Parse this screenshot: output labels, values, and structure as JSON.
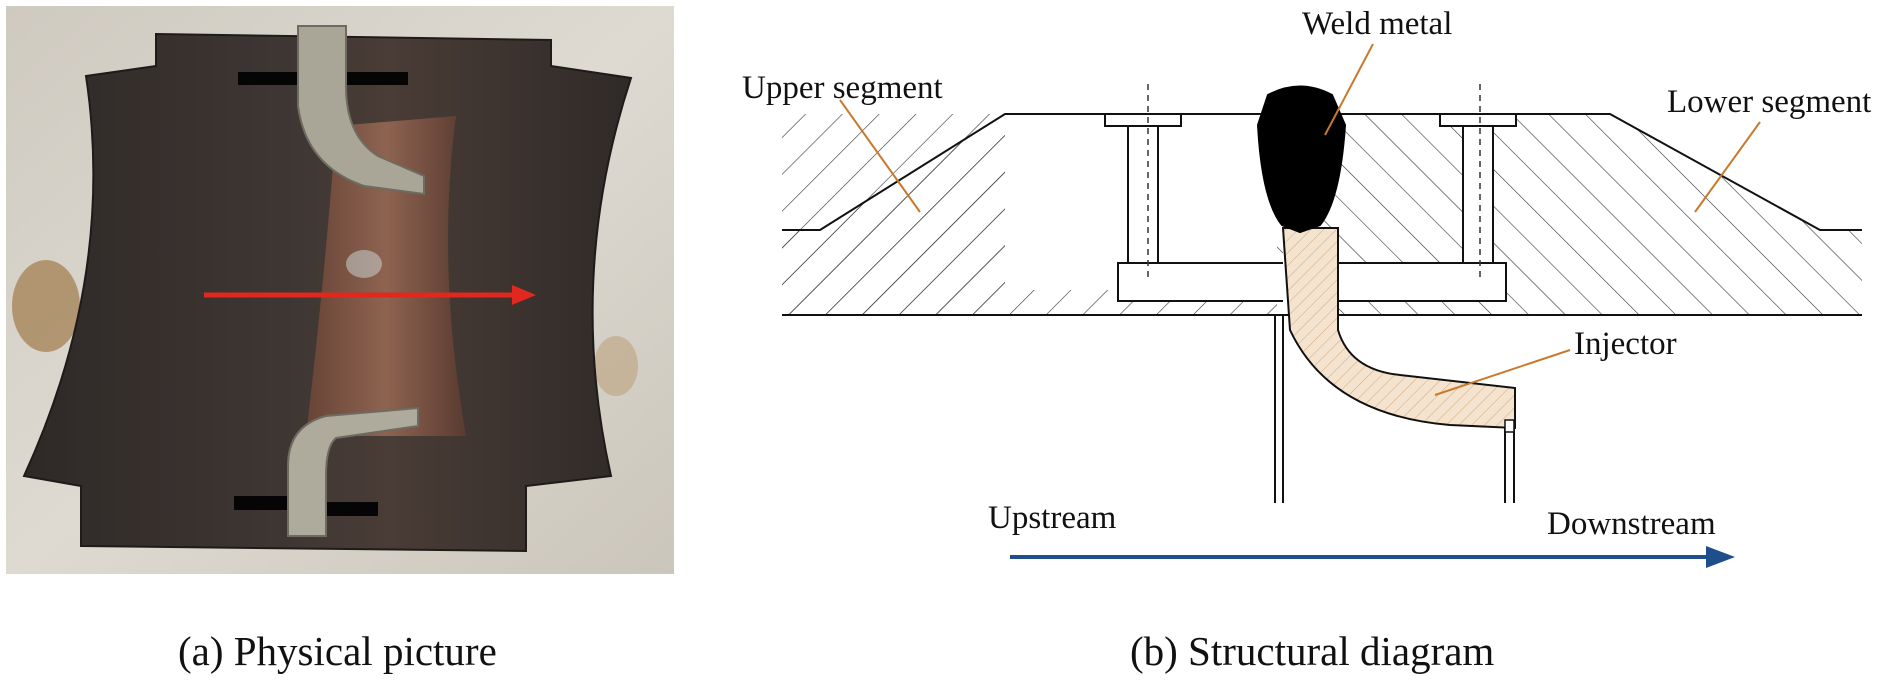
{
  "panel_a": {
    "caption": "(a) Physical picture",
    "colors": {
      "background": "#d8d4cb",
      "steel": "#3a3431",
      "rust": "#8a5a48",
      "insert": "#a8a596",
      "arrow": "#e0281e"
    }
  },
  "panel_b": {
    "caption": "(b) Structural diagram",
    "labels": {
      "weld_metal": "Weld metal",
      "upper_segment": "Upper segment",
      "lower_segment": "Lower segment",
      "injector": "Injector",
      "upstream": "Upstream",
      "downstream": "Downstream"
    },
    "colors": {
      "leader": "#c87a2c",
      "flow_arrow": "#1f4e8c",
      "injector_fill": "#f3e3cf",
      "weld": "#000000"
    }
  }
}
